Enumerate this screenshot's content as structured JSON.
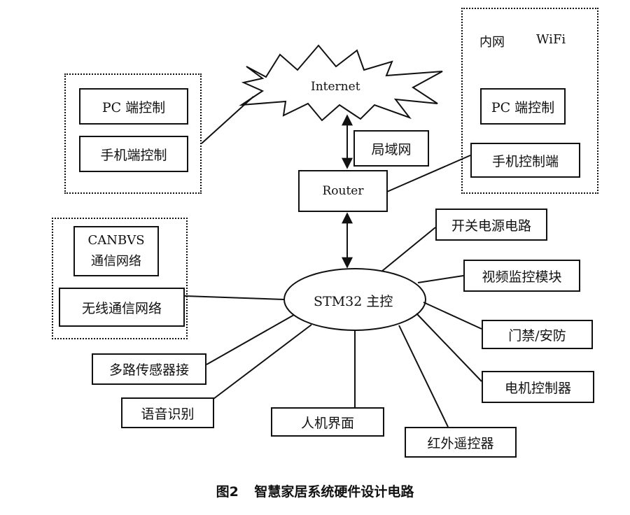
{
  "internet": "Internet",
  "router": "Router",
  "lan": "局域网",
  "stm32": "STM32 主控",
  "left_group": {
    "pc": "PC 端控制",
    "phone": "手机端控制"
  },
  "right_group": {
    "intranet": "内网",
    "wifi": "WiFi",
    "pc": "PC 端控制",
    "phone": "手机控制端"
  },
  "can_group": {
    "can_line1": "CANBVS",
    "can_line2": "通信网络",
    "wireless": "无线通信网络"
  },
  "modules": {
    "power": "开关电源电路",
    "video": "视频监控模块",
    "access": "门禁/安防",
    "motor": "电机控制器",
    "ir": "红外遥控器",
    "hmi": "人机界面",
    "voice": "语音识别",
    "sensor": "多路传感器接"
  },
  "caption": {
    "number": "图2",
    "title": "智慧家居系统硬件设计电路"
  }
}
